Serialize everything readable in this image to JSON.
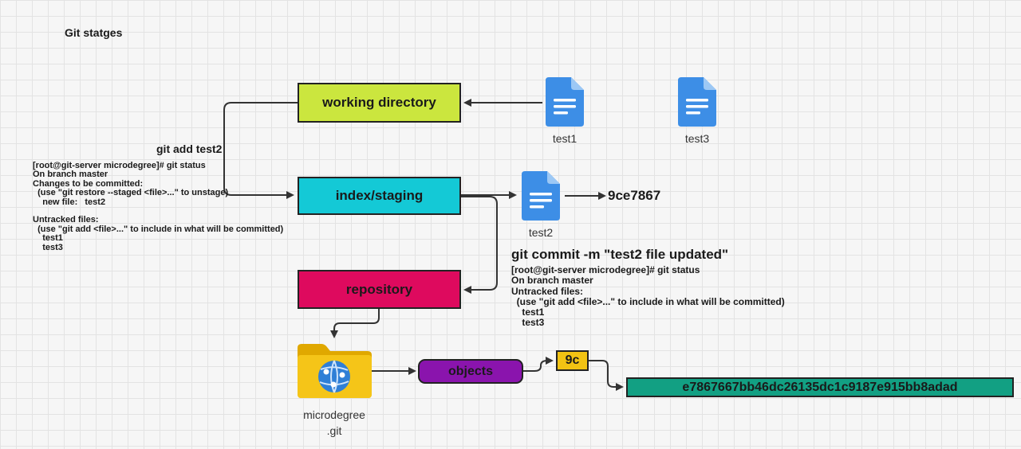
{
  "title": "Git statges",
  "stages": {
    "working": {
      "label": "working directory",
      "color": "#cbe63e"
    },
    "index": {
      "label": "index/staging",
      "color": "#14c9d6"
    },
    "repository": {
      "label": "repository",
      "color": "#de0a5e"
    },
    "objects": {
      "label": "objects",
      "color": "#8a14ad"
    },
    "hash_prefix": {
      "label": "9c",
      "color": "#f2c313"
    },
    "hash_rest": {
      "label": "e7867667bb46dc26135dc1c9187e915bb8adad",
      "color": "#12a083"
    }
  },
  "files": {
    "test1": "test1",
    "test3": "test3",
    "test2": "test2"
  },
  "commit_hash_label": "9ce7867",
  "folder_label": {
    "line1": "microdegree",
    "line2": ".git"
  },
  "add_command": "git add test2",
  "commit_command": "git commit -m \"test2 file updated\"",
  "status_after_add": {
    "prompt": "[root@git-server microdegree]# git status",
    "line1": "On branch master",
    "line2": "Changes to be committed:",
    "line3": "  (use \"git restore --staged <file>...\" to unstage)",
    "line4": "    new file:   test2",
    "line5": "Untracked files:",
    "line6": "  (use \"git add <file>...\" to include in what will be committed)",
    "line7": "    test1",
    "line8": "    test3"
  },
  "status_after_commit": {
    "prompt": "[root@git-server microdegree]# git status",
    "line1": "On branch master",
    "line2": "Untracked files:",
    "line3": "  (use \"git add <file>...\" to include in what will be committed)",
    "line4": "    test1",
    "line5": "    test3"
  },
  "colors": {
    "doc_blue": "#3d8ee6",
    "folder_yellow": "#f5c518",
    "folder_back": "#e0a800",
    "globe_blue": "#2f7fd6"
  }
}
